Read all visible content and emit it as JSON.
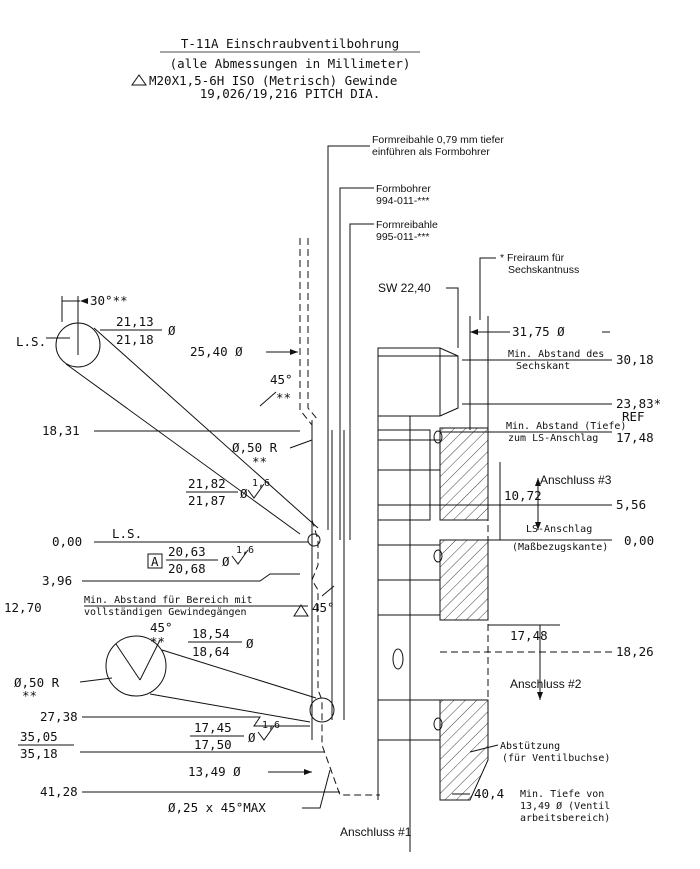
{
  "title": {
    "line1": "T-11A Einschraubventilbohrung",
    "line2": "(alle Abmessungen in Millimeter)",
    "line3": "M20X1,5-6H ISO (Metrisch) Gewinde",
    "line4": "19,026/19,216 PITCH DIA."
  },
  "tool_notes": {
    "formreibahle_note_1": "Formreibahle 0,79 mm tiefer",
    "formreibahle_note_2": "einführen als Formbohrer",
    "formbohrer": "Formbohrer",
    "formbohrer_no": "994-011-***",
    "formreibahle": "Formreibahle",
    "formreibahle_no": "995-011-***",
    "freiraum_1": "* Freiraum für",
    "freiraum_2": "Sechskantnuss"
  },
  "left_dims": {
    "angle_30": "30°**",
    "ls_top": "L.S.",
    "d_21_13": "21,13",
    "d_21_18": "21,18",
    "dia_sym": "Ø",
    "d_25_40": "25,40 Ø",
    "angle_45_top": "45°",
    "star_1": "**",
    "d_18_31": "18,31",
    "r_0_50": "Ø,50 R",
    "star_2": "**",
    "d_21_82": "21,82",
    "d_21_87": "21,87",
    "surf_1": "1,6",
    "d_0_00": "0,00",
    "ls_mid": "L.S.",
    "box_a": "A",
    "d_20_63": "20,63",
    "d_20_68": "20,68",
    "surf_2": "1,6",
    "d_3_96": "3,96",
    "angle_45_mid": "45°",
    "d_12_70": "12,70",
    "min_abst_1": "Min. Abstand für Bereich mit",
    "min_abst_2": "vollständigen Gewindegängen",
    "angle_45_low": "45°",
    "star_3": "**",
    "d_18_54": "18,54",
    "d_18_64": "18,64",
    "r_0_50_low": "Ø,50 R",
    "star_4": "**",
    "d_27_38": "27,38",
    "d_17_45": "17,45",
    "d_17_50": "17,50",
    "surf_3": "1,6",
    "d_35_05": "35,05",
    "d_35_18": "35,18",
    "d_13_49": "13,49 Ø",
    "d_41_28": "41,28",
    "chamfer": "Ø,25 x 45°MAX",
    "anschluss_1": "Anschluss #1"
  },
  "right_dims": {
    "sw": "SW 22,40",
    "d_31_75": "31,75 Ø",
    "min_abst_sechskant_1": "Min. Abstand des",
    "min_abst_sechskant_2": "Sechskant",
    "d_30_18": "30,18",
    "d_23_83": "23,83*",
    "ref": "REF",
    "min_abst_tiefe_1": "Min. Abstand (Tiefe)",
    "min_abst_tiefe_2": "zum LS-Anschlag",
    "d_17_48_top": "17,48",
    "anschluss_3": "Anschluss #3",
    "d_10_72": "10,72",
    "d_5_56": "5,56",
    "ls_anschlag": "LS-Anschlag",
    "massbezug": "(Maßbezugskante)",
    "d_0_00_r": "0,00",
    "d_17_48_mid": "17,48",
    "d_18_26": "18,26",
    "anschluss_2": "Anschluss #2",
    "abstuetzung_1": "Abstützung",
    "abstuetzung_2": "(für Ventilbuchse)",
    "d_40_4": "40,4",
    "min_tiefe_1": "Min. Tiefe von",
    "min_tiefe_2": "13,49 Ø (Ventil",
    "min_tiefe_3": "arbeitsbereich)"
  }
}
